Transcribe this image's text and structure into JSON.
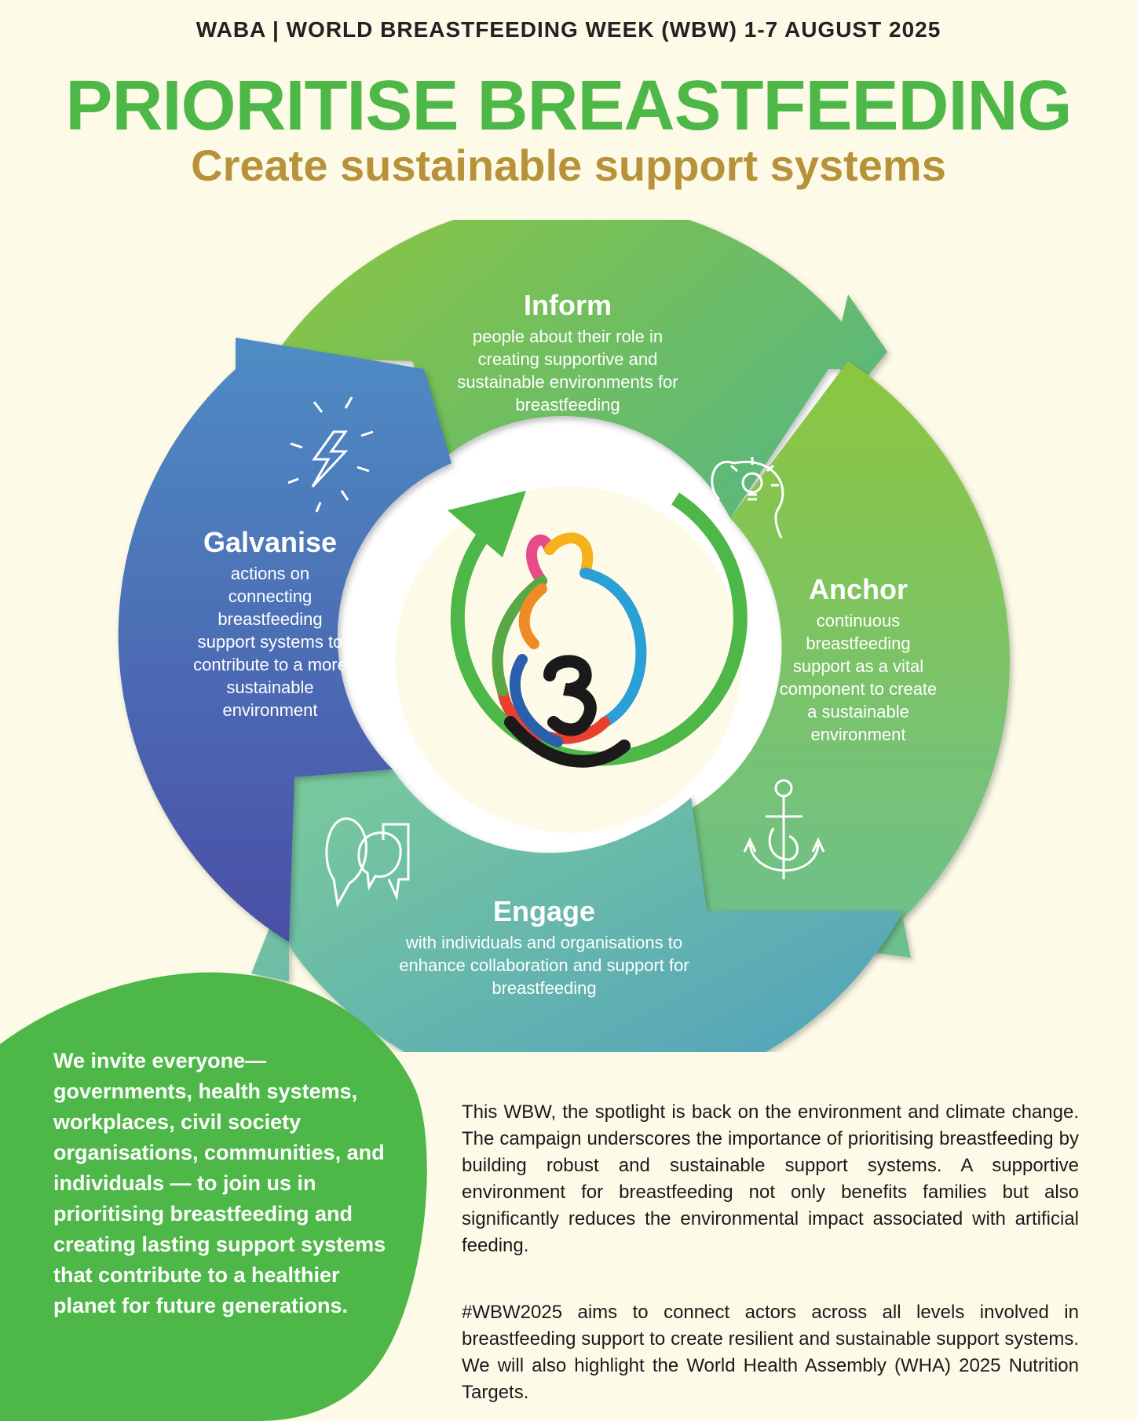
{
  "header": {
    "topline": "WABA | WORLD BREASTFEEDING WEEK (WBW)  1-7 AUGUST 2025",
    "title": "PRIORITISE BREASTFEEDING",
    "subtitle": "Create sustainable support systems"
  },
  "cycle": {
    "inform": {
      "heading": "Inform",
      "body": "people about their role in creating supportive and sustainable environments for breastfeeding",
      "icon": "head-lightbulb-icon",
      "color": "#6fbf6a"
    },
    "anchor": {
      "heading": "Anchor",
      "body": "continuous breastfeeding support as a vital component to create a sustainable environment",
      "icon": "anchor-hand-icon",
      "color": "#7cc35e"
    },
    "engage": {
      "heading": "Engage",
      "body": "with individuals and organisations to enhance collaboration and support for breastfeeding",
      "icon": "speech-bubbles-icon",
      "color": "#5aae9e"
    },
    "galvanise": {
      "heading": "Galvanise",
      "body": "actions on connecting breastfeeding support systems to contribute to a more sustainable environment",
      "icon": "lightning-bolt-icon",
      "color": "#3d6fb0"
    },
    "center_icon": "mother-baby-logo-icon"
  },
  "invite": "We invite everyone— governments, health systems, workplaces, civil society organisations, communities, and individuals — to join us in prioritising breastfeeding and creating lasting support systems that contribute to a healthier planet for future generations.",
  "paragraphs": [
    "This WBW, the spotlight is back on the environment and climate change. The campaign underscores the importance of prioritising breastfeeding by building robust and sustainable support systems. A supportive environment for breastfeeding not only benefits families but also significantly reduces the environmental impact associated with artificial feeding.",
    "#WBW2025 aims to connect actors across all levels involved in breastfeeding support to create resilient and sustainable support systems. We will also highlight the World Health Assembly (WHA) 2025 Nutrition Targets."
  ],
  "colors": {
    "green": "#4db848",
    "gold": "#b8923a",
    "background": "#fdfbe8"
  }
}
